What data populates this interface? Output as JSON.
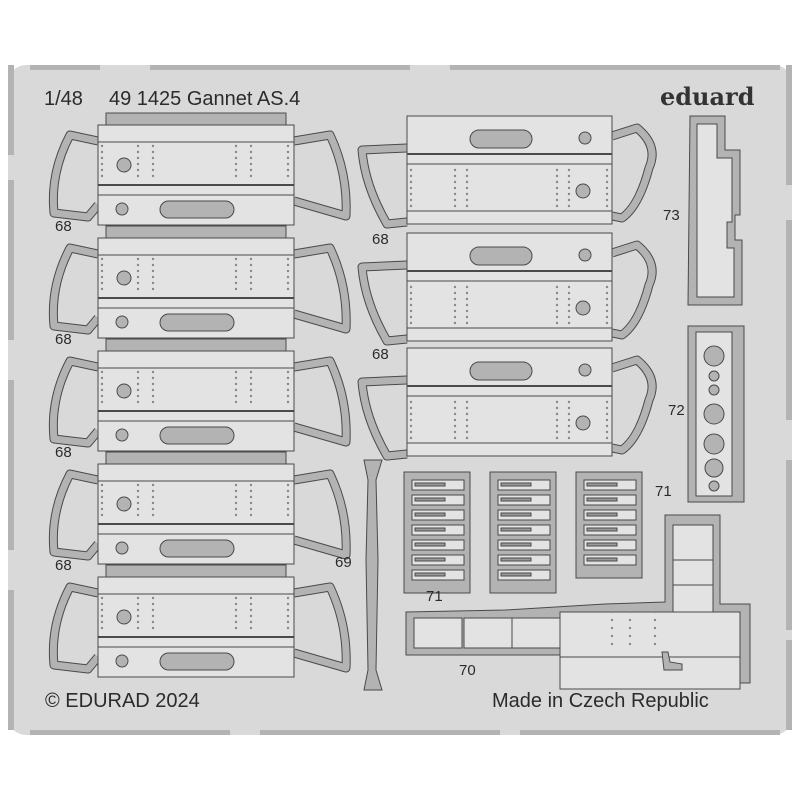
{
  "header": {
    "scale": "1/48",
    "title": "49 1425 Gannet AS.4",
    "brand_logo": "eduard"
  },
  "labels": {
    "left_68": [
      "68",
      "68",
      "68",
      "68"
    ],
    "right_68": [
      "68",
      "68"
    ],
    "p73": "73",
    "p72": "72",
    "p71a": "71",
    "p71b": "71",
    "p69": "69",
    "p70": "70"
  },
  "footer": {
    "copyright": "© EDURAD 2024",
    "origin": "Made in Czech Republic"
  },
  "colors": {
    "fret": "#d9d9d9",
    "part": "#e3e3e3",
    "frame": "#b3b3b3",
    "line": "#4a4a4a"
  }
}
